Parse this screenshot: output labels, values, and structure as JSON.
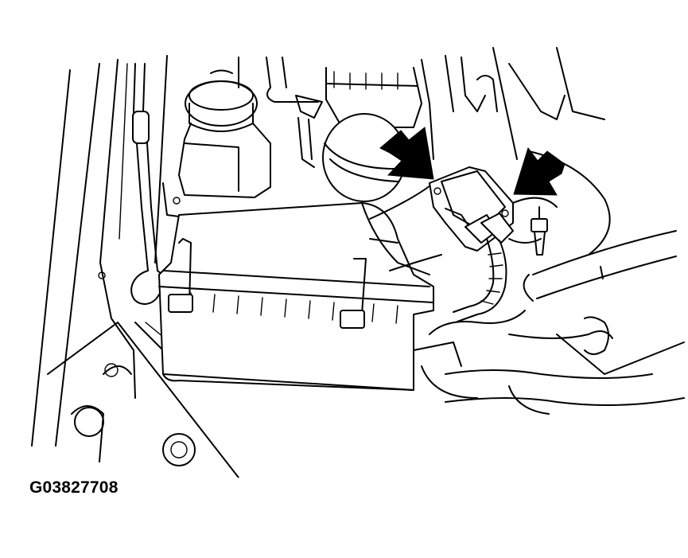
{
  "figure": {
    "id_label": "G03827708",
    "callouts": [
      {
        "name": "left-arrow",
        "points_to": "sensor-connector"
      },
      {
        "name": "right-arrow",
        "points_to": "sensor-connector"
      }
    ]
  },
  "colors": {
    "line": "#000000",
    "background": "#ffffff"
  }
}
